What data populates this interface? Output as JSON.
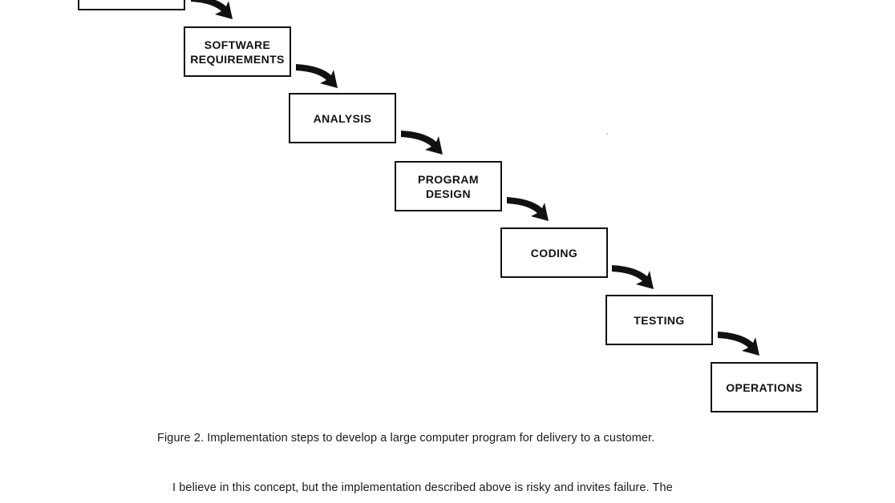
{
  "figure": {
    "steps": [
      {
        "id": "system-requirements",
        "label": ""
      },
      {
        "id": "software-requirements",
        "label": "SOFTWARE\nREQUIREMENTS"
      },
      {
        "id": "analysis",
        "label": "ANALYSIS"
      },
      {
        "id": "program-design",
        "label": "PROGRAM\nDESIGN"
      },
      {
        "id": "coding",
        "label": "CODING"
      },
      {
        "id": "testing",
        "label": "TESTING"
      },
      {
        "id": "operations",
        "label": "OPERATIONS"
      }
    ],
    "caption": "Figure 2.  Implementation steps to develop a large computer program for delivery to a customer."
  },
  "body": {
    "paragraph_start": "I believe in this concept, but the implementation described above is risky and invites failure.  The"
  }
}
